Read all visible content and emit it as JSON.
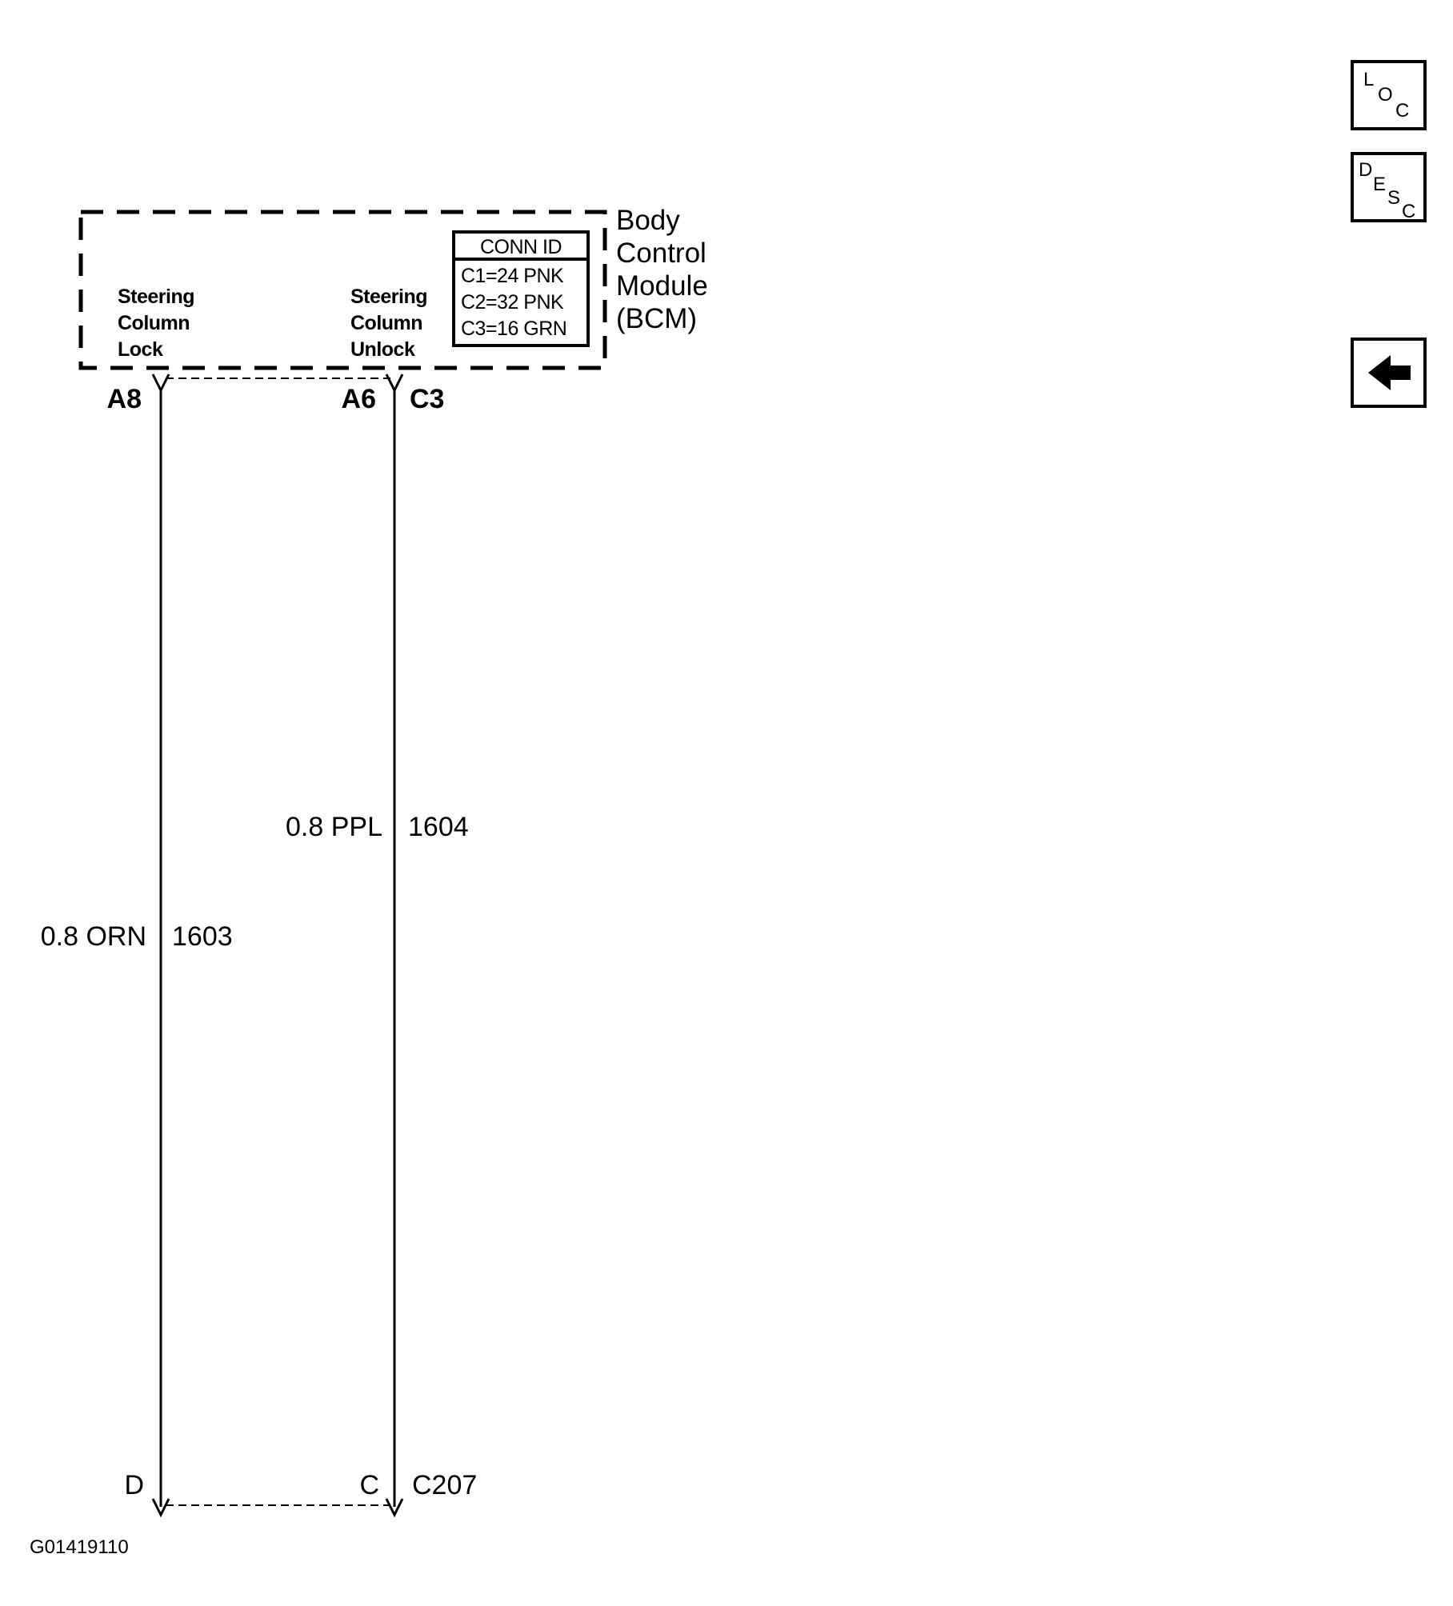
{
  "module": {
    "name_lines": [
      "Body",
      "Control",
      "Module",
      "(BCM)"
    ],
    "functions": {
      "lock": [
        "Steering",
        "Column",
        "Lock"
      ],
      "unlock": [
        "Steering",
        "Column",
        "Unlock"
      ]
    }
  },
  "conn_id": {
    "header": "CONN ID",
    "rows": [
      "C1=24 PNK",
      "C2=32 PNK",
      "C3=16 GRN"
    ]
  },
  "pins": {
    "a8": "A8",
    "a6": "A6",
    "c3": "C3",
    "d": "D",
    "c": "C",
    "c207": "C207"
  },
  "wires": {
    "lock": {
      "gauge_color": "0.8 ORN",
      "circuit": "1603"
    },
    "unlock": {
      "gauge_color": "0.8 PPL",
      "circuit": "1604"
    }
  },
  "figure_id": "G01419110",
  "buttons": {
    "loc": {
      "l1": "L",
      "l2": "O",
      "l3": "C"
    },
    "desc": {
      "l1": "D",
      "l2": "E",
      "l3": "S",
      "l4": "C"
    },
    "back_icon": "left-arrow-icon"
  }
}
